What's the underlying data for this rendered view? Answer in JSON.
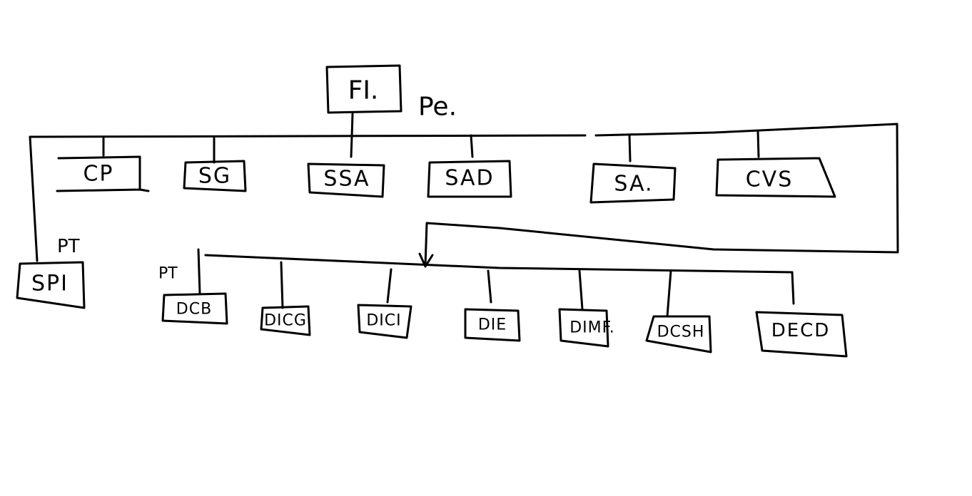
{
  "root": {
    "label": "FI.",
    "note": "Pe."
  },
  "level1": [
    "CP",
    "SG",
    "SSA",
    "SAD",
    "SA.",
    "CVS"
  ],
  "side": {
    "label": "SPI",
    "note": "PT"
  },
  "level2_note": "PT",
  "level2": [
    "DCB",
    "DICG",
    "DICI",
    "DIE",
    "DIMF.",
    "DCSH",
    "DECD"
  ],
  "style": {
    "ink": "#000000",
    "background": "#ffffff"
  }
}
